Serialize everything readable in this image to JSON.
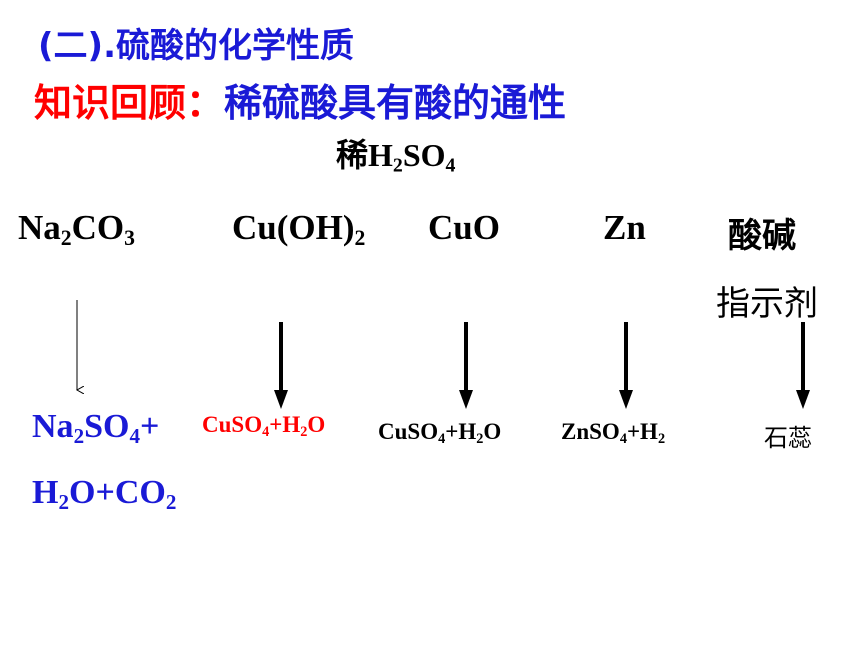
{
  "heading": "(二).硫酸的化学性质",
  "review": {
    "label": "知识回顾：",
    "text": "稀硫酸具有酸的通性"
  },
  "center": {
    "prefix": "稀",
    "formula": [
      "H",
      "2",
      "SO",
      "4"
    ]
  },
  "reagents": {
    "sodium_carbonate": [
      "Na",
      "2",
      "CO",
      "3"
    ],
    "copper_hydroxide": [
      "Cu(OH)",
      "2"
    ],
    "copper_oxide": "CuO",
    "zinc": "Zn",
    "indicator_line1": "酸碱",
    "indicator_line2": "指示剂"
  },
  "products": {
    "sodium_carbonate_line1": [
      "Na",
      "2",
      "SO",
      "4",
      "+"
    ],
    "sodium_carbonate_line2": [
      "H",
      "2",
      "O+CO",
      "2"
    ],
    "copper_hydroxide": [
      "CuSO",
      "4",
      "+H",
      "2",
      "O"
    ],
    "copper_oxide": [
      "CuSO",
      "4",
      "+H",
      "2",
      "O"
    ],
    "zinc": [
      "ZnSO",
      "4",
      "+H",
      "2"
    ],
    "indicator": "石蕊"
  },
  "colors": {
    "blue": "#1a1ad6",
    "red": "#ff0000",
    "black": "#000000"
  }
}
